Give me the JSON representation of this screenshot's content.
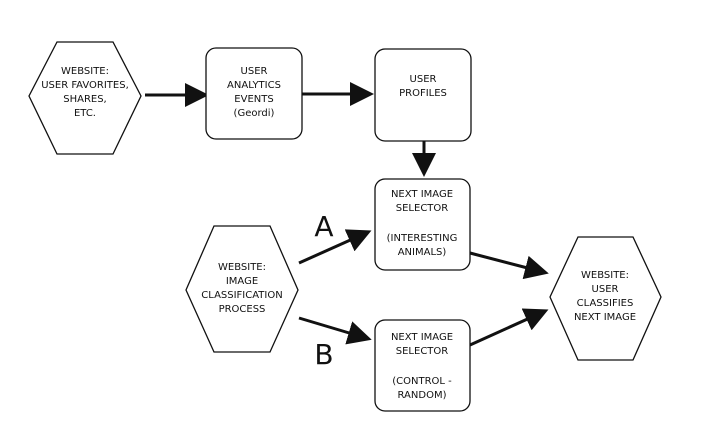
{
  "nodes": {
    "website_favorites": {
      "lines": [
        "WEBSITE:",
        "USER FAVORITES,",
        "SHARES,",
        "ETC."
      ]
    },
    "analytics_events": {
      "lines": [
        "USER",
        "ANALYTICS",
        "EVENTS",
        "(Geordi)"
      ]
    },
    "user_profiles": {
      "lines": [
        "USER",
        "PROFILES"
      ]
    },
    "selector_interesting": {
      "lines": [
        "NEXT IMAGE",
        "SELECTOR",
        "",
        "(INTERESTING",
        "ANIMALS)"
      ]
    },
    "image_classification": {
      "lines": [
        "WEBSITE:",
        "IMAGE",
        "CLASSIFICATION",
        "PROCESS"
      ]
    },
    "selector_control": {
      "lines": [
        "NEXT IMAGE",
        "SELECTOR",
        "",
        "(CONTROL -",
        "RANDOM)"
      ]
    },
    "user_classifies": {
      "lines": [
        "WEBSITE:",
        "USER",
        "CLASSIFIES",
        "NEXT IMAGE"
      ]
    }
  },
  "branches": {
    "a": "A",
    "b": "B"
  },
  "colors": {
    "stroke": "#111111",
    "fill": "#ffffff"
  }
}
